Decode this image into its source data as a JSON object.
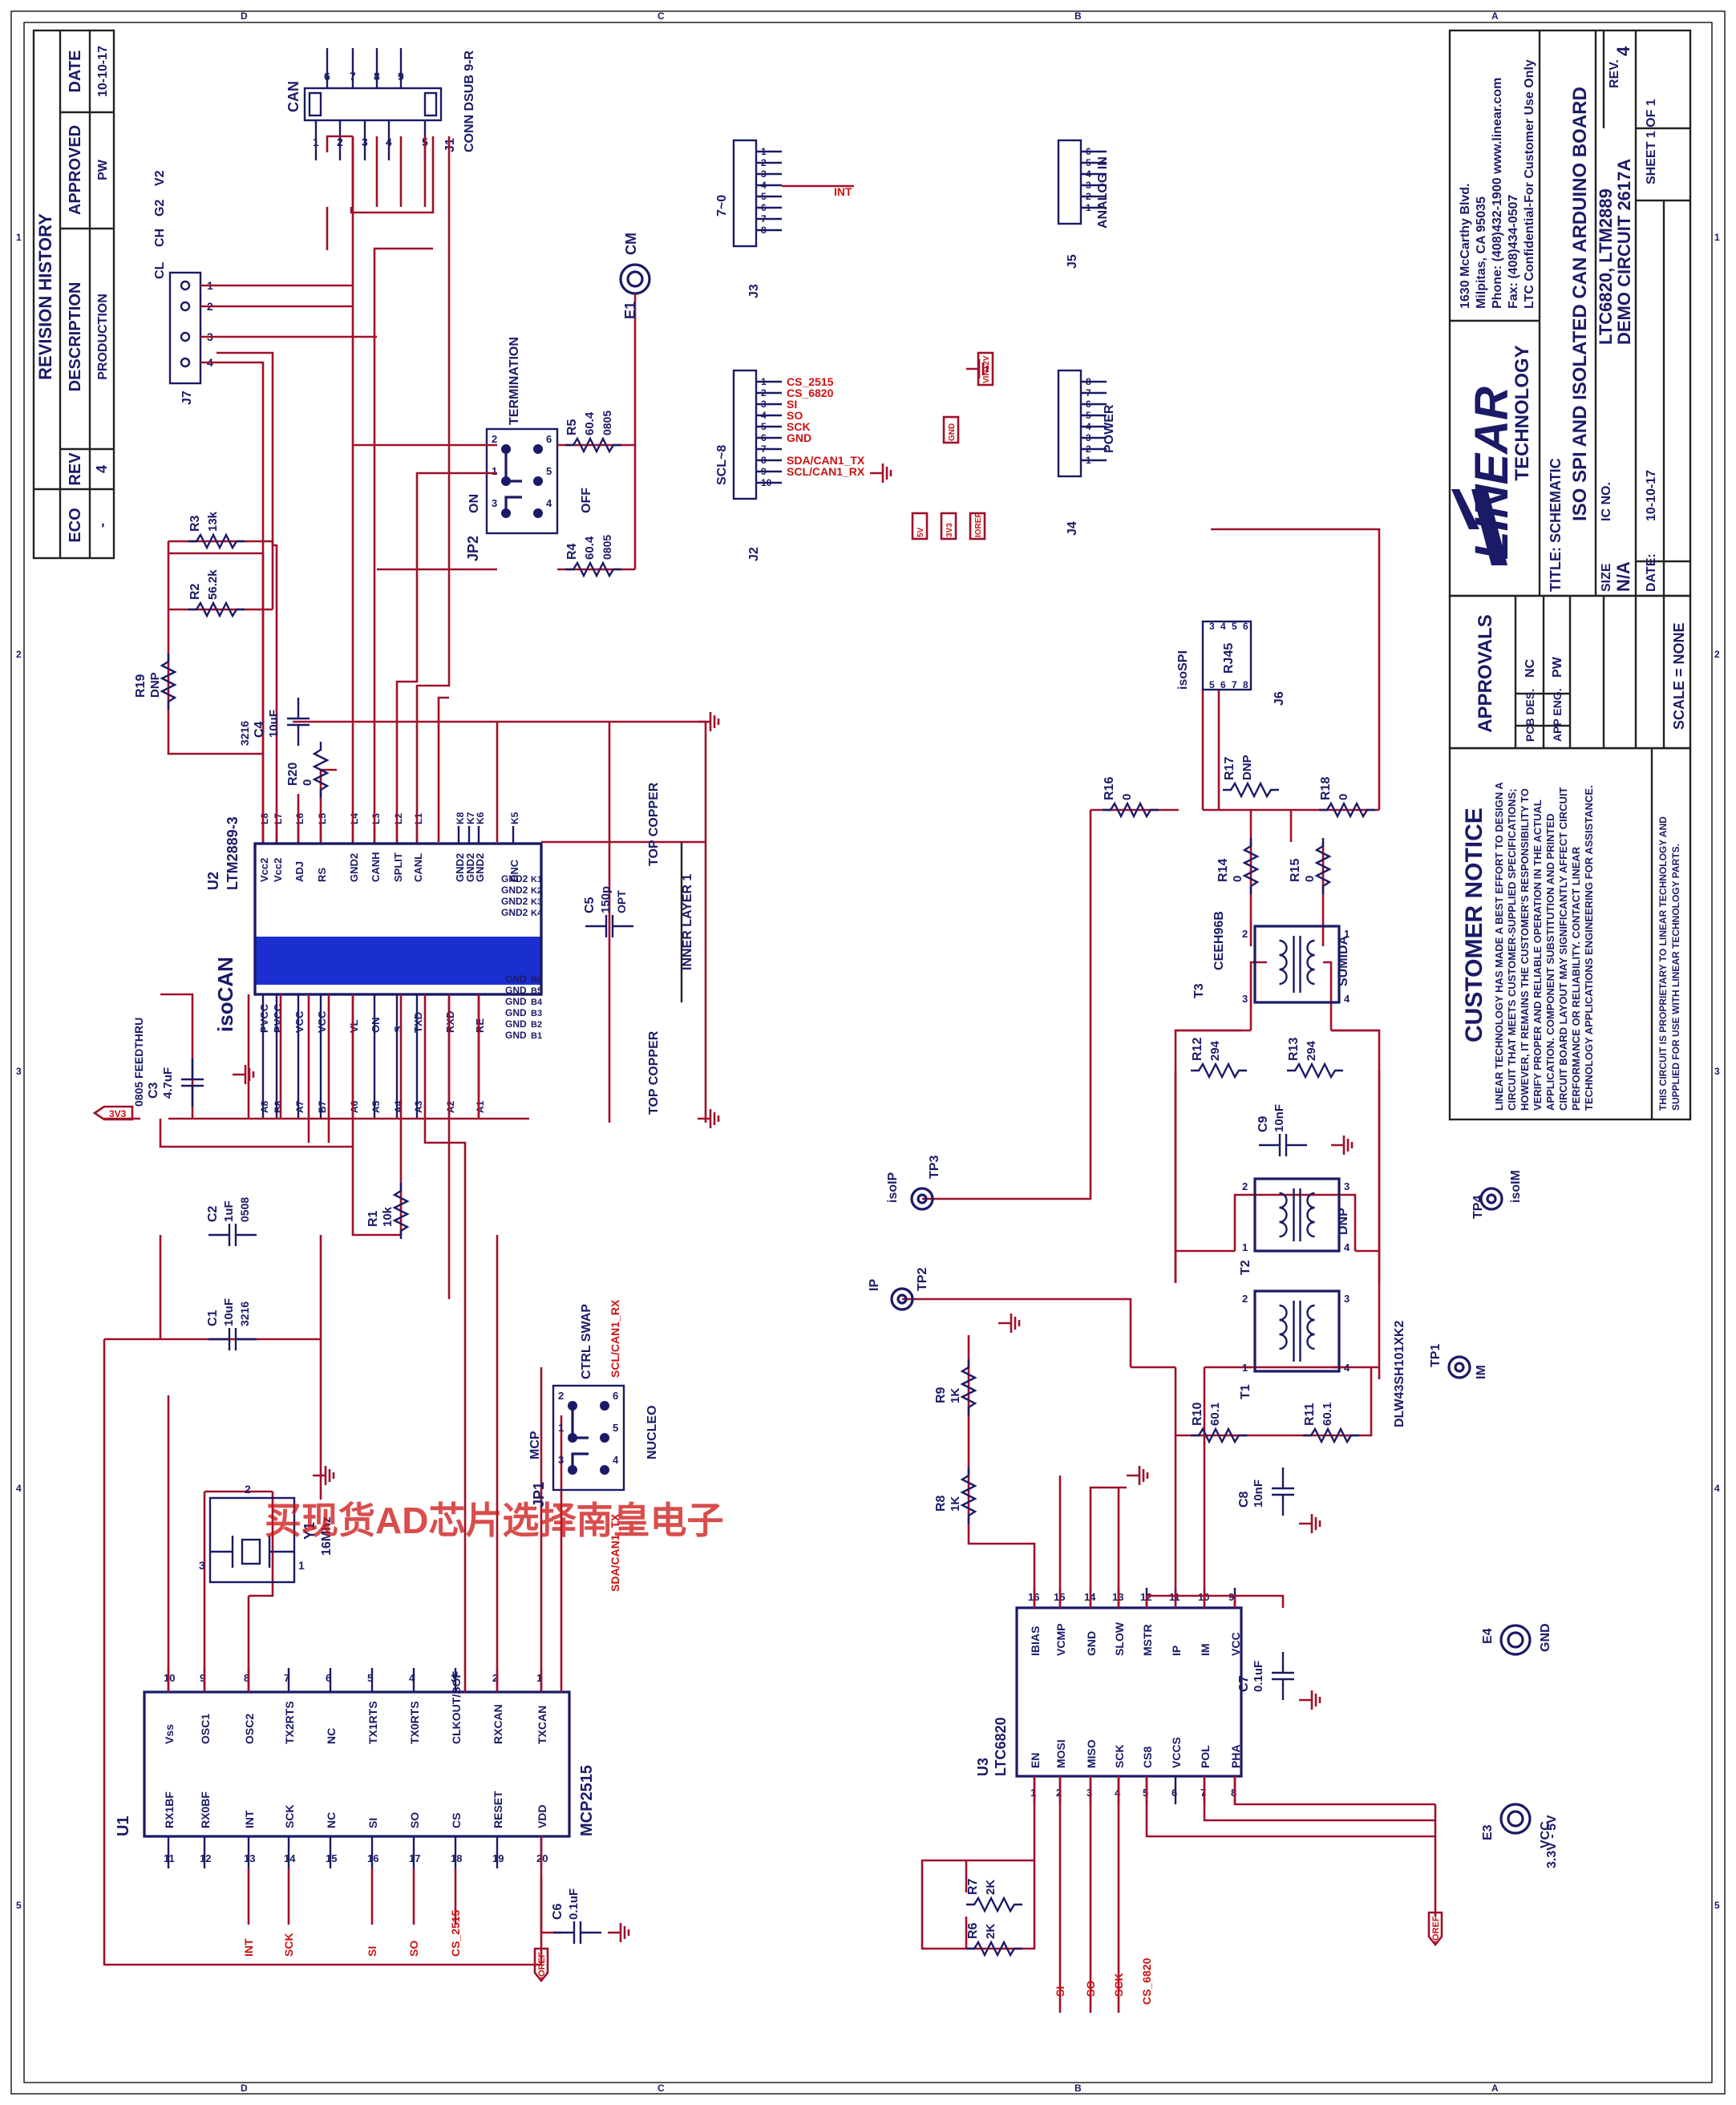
{
  "border": {
    "cols": [
      "1",
      "2",
      "3",
      "4",
      "5"
    ],
    "rows": [
      "A",
      "B",
      "C",
      "D"
    ]
  },
  "revision": {
    "title": "REVISION HISTORY",
    "headers": [
      "ECO",
      "REV",
      "DESCRIPTION",
      "APPROVED",
      "DATE"
    ],
    "row": [
      "-",
      "4",
      "PRODUCTION",
      "PW",
      "10-10-17"
    ]
  },
  "title_block": {
    "company_name": "LINEAR",
    "company_sub": "TECHNOLOGY",
    "address": [
      "1630 McCarthy Blvd.",
      "Milpitas, CA 95035",
      "Phone: (408)432-1900   www.linear.com",
      "Fax: (408)434-0507",
      "LTC Confidential-For Customer Use Only"
    ],
    "title_label": "TITLE: SCHEMATIC",
    "title": "ISO SPI AND ISOLATED CAN ARDUINO BOARD",
    "size_label": "SIZE",
    "size": "N/A",
    "ic_label": "IC NO.",
    "ic": "LTC6820, LTM2889",
    "demo": "DEMO CIRCUIT 2617A",
    "rev_label": "REV.",
    "rev": "4",
    "sheet": "SHEET  1   OF  1",
    "date_label": "DATE:",
    "date": "10-10-17",
    "scale": "SCALE = NONE"
  },
  "approvals": {
    "title": "APPROVALS",
    "rows": [
      {
        "label": "PCB DES.",
        "value": "NC"
      },
      {
        "label": "APP ENG.",
        "value": "PW"
      }
    ]
  },
  "notice": {
    "title": "CUSTOMER NOTICE",
    "lines": [
      "LINEAR TECHNOLOGY HAS MADE A BEST EFFORT TO DESIGN A",
      "CIRCUIT THAT MEETS CUSTOMER-SUPPLIED SPECIFICATIONS;",
      "HOWEVER, IT REMAINS THE CUSTOMER'S RESPONSIBILITY TO",
      "VERIFY PROPER AND RELIABLE OPERATION IN THE ACTUAL",
      "APPLICATION. COMPONENT SUBSTITUTION AND PRINTED",
      "CIRCUIT BOARD LAYOUT MAY SIGNIFICANTLY AFFECT CIRCUIT",
      "PERFORMANCE OR RELIABILITY. CONTACT LINEAR",
      "TECHNOLOGY APPLICATIONS ENGINEERING FOR ASSISTANCE."
    ],
    "footer": [
      "THIS CIRCUIT IS PROPRIETARY TO LINEAR TECHNOLOGY AND",
      "SUPPLIED FOR USE WITH LINEAR TECHNOLOGY PARTS."
    ]
  },
  "watermark": "买现货AD芯片选择南皇电子",
  "u2": {
    "ref": "U2",
    "part": "LTM2889-3",
    "name": "isoCAN",
    "left_pins": [
      {
        "num": "L8",
        "name": "Vcc2"
      },
      {
        "num": "L7",
        "name": "Vcc2"
      },
      {
        "num": "L6",
        "name": "ADJ"
      },
      {
        "num": "L5",
        "name": "RS"
      },
      {
        "num": "L4",
        "name": "GND2"
      },
      {
        "num": "L3",
        "name": "CANH"
      },
      {
        "num": "L2",
        "name": "SPLIT"
      },
      {
        "num": "L1",
        "name": "CANL"
      },
      {
        "num": "K8",
        "name": "GND2"
      },
      {
        "num": "K7",
        "name": "GND2"
      },
      {
        "num": "K6",
        "name": "GND2"
      },
      {
        "num": "K5",
        "name": "DNC"
      }
    ],
    "right_pins": [
      {
        "num": "A8",
        "name": "PVCC"
      },
      {
        "num": "B8",
        "name": "PVCC"
      },
      {
        "num": "A7",
        "name": "VCC"
      },
      {
        "num": "B7",
        "name": "VCC"
      },
      {
        "num": "A6",
        "name": "VL"
      },
      {
        "num": "A5",
        "name": "ON"
      },
      {
        "num": "A4",
        "name": "S"
      },
      {
        "num": "A3",
        "name": "TXD"
      },
      {
        "num": "A2",
        "name": "RXD"
      },
      {
        "num": "A1",
        "name": "RE"
      }
    ],
    "gnd2_side": [
      "K1",
      "K2",
      "K3",
      "K4"
    ],
    "gnd_side": [
      "B1",
      "B2",
      "B3",
      "B4",
      "B5",
      "B6"
    ],
    "gnd2_label": "GND2",
    "gnd_label": "GND"
  },
  "u1": {
    "ref": "U1",
    "part": "MCP2515",
    "top_pins": [
      {
        "num": "10",
        "name": "Vss"
      },
      {
        "num": "9",
        "name": "OSC1"
      },
      {
        "num": "8",
        "name": "OSC2"
      },
      {
        "num": "7",
        "name": "TX2RTS"
      },
      {
        "num": "6",
        "name": "NC"
      },
      {
        "num": "5",
        "name": "TX1RTS"
      },
      {
        "num": "4",
        "name": "TX0RTS"
      },
      {
        "num": "3",
        "name": "CLKOUT/SOF"
      },
      {
        "num": "2",
        "name": "RXCAN"
      },
      {
        "num": "1",
        "name": "TXCAN"
      }
    ],
    "bottom_pins": [
      {
        "num": "11",
        "name": "RX1BF"
      },
      {
        "num": "12",
        "name": "RX0BF"
      },
      {
        "num": "13",
        "name": "INT"
      },
      {
        "num": "14",
        "name": "SCK"
      },
      {
        "num": "15",
        "name": "NC"
      },
      {
        "num": "16",
        "name": "SI"
      },
      {
        "num": "17",
        "name": "SO"
      },
      {
        "num": "18",
        "name": "CS"
      },
      {
        "num": "19",
        "name": "RESET"
      },
      {
        "num": "20",
        "name": "VDD"
      }
    ],
    "net_labels": [
      "INT",
      "SCK",
      "SI",
      "SO",
      "CS_2515"
    ]
  },
  "u3": {
    "ref": "U3",
    "part": "LTC6820",
    "top_pins": [
      {
        "num": "16",
        "name": "IBIAS"
      },
      {
        "num": "15",
        "name": "VCMP"
      },
      {
        "num": "14",
        "name": "GND"
      },
      {
        "num": "13",
        "name": "SLOW"
      },
      {
        "num": "12",
        "name": "MSTR"
      },
      {
        "num": "11",
        "name": "IP"
      },
      {
        "num": "10",
        "name": "IM"
      },
      {
        "num": "9",
        "name": "VCC"
      }
    ],
    "bottom_pins": [
      {
        "num": "1",
        "name": "EN"
      },
      {
        "num": "2",
        "name": "MOSI"
      },
      {
        "num": "3",
        "name": "MISO"
      },
      {
        "num": "4",
        "name": "SCK"
      },
      {
        "num": "5",
        "name": "CS8"
      },
      {
        "num": "6",
        "name": "VCCS"
      },
      {
        "num": "7",
        "name": "POL"
      },
      {
        "num": "8",
        "name": "PHA"
      }
    ],
    "net_labels": [
      "SI",
      "SO",
      "SCK",
      "CS_6820"
    ]
  },
  "j1": {
    "ref": "J1",
    "part": "CONN DSUB 9-R",
    "name": "CAN",
    "top": [
      "6",
      "7",
      "8",
      "9"
    ],
    "bottom": [
      "1",
      "2",
      "3",
      "4",
      "5"
    ]
  },
  "j7": {
    "ref": "J7",
    "labels": [
      "V2",
      "G2",
      "CH",
      "CL"
    ],
    "pins": [
      "1",
      "2",
      "3",
      "4"
    ]
  },
  "j3": {
    "ref": "J3",
    "name": "7~0",
    "pins": [
      "1",
      "2",
      "3",
      "4",
      "5",
      "6",
      "7",
      "8"
    ],
    "net": "INT"
  },
  "j5": {
    "ref": "J5",
    "name": "ANALOG IN",
    "pins": [
      "6",
      "5",
      "4",
      "3",
      "2",
      "1"
    ]
  },
  "j2": {
    "ref": "J2",
    "name": "SCL~8",
    "pins": [
      "1",
      "2",
      "3",
      "4",
      "5",
      "6",
      "7",
      "8",
      "9",
      "10"
    ],
    "nets": [
      "CS_2515",
      "CS_6820",
      "SI",
      "SO",
      "SCK",
      "GND",
      "",
      "SDA/CAN1_TX",
      "SCL/CAN1_RX"
    ]
  },
  "j4": {
    "ref": "J4",
    "name": "POWER",
    "pins": [
      "8",
      "7",
      "6",
      "5",
      "4",
      "3",
      "2",
      "1"
    ],
    "nets": [
      "VIN12V",
      "GND",
      "5V",
      "3V3",
      "IOREF"
    ]
  },
  "j6": {
    "ref": "J6",
    "name": "RJ45",
    "pins": [
      "3",
      "4",
      "5",
      "6",
      "7",
      "8",
      "2",
      "1"
    ],
    "net": "isoSPI"
  },
  "jp2": {
    "ref": "JP2",
    "title": "TERMINATION",
    "on": "ON",
    "off": "OFF",
    "pins": [
      "2",
      "1",
      "3",
      "4",
      "6",
      "5"
    ]
  },
  "jp1": {
    "ref": "JP1",
    "title": "CTRL SWAP",
    "left": "MCP",
    "right": "NUCLEO",
    "pins": [
      "2",
      "1",
      "3",
      "4",
      "6",
      "5"
    ],
    "nets": [
      "SCL/CAN1_RX",
      "SDA/CAN1_TX"
    ]
  },
  "t1": {
    "ref": "T1",
    "part": "DLW43SH101XK2",
    "pins": [
      "2",
      "3",
      "1",
      "4"
    ]
  },
  "t2": {
    "ref": "T2",
    "part": "DNP",
    "pins": [
      "2",
      "3",
      "1",
      "4"
    ]
  },
  "t3": {
    "ref": "T3",
    "part": "CEEH96B",
    "vendor": "SUMIDA",
    "pins": [
      "2",
      "1",
      "3",
      "4"
    ]
  },
  "y1": {
    "ref": "Y1",
    "value": "16Mhz",
    "pins": [
      "2",
      "3",
      "1"
    ]
  },
  "components": [
    {
      "ref": "R1",
      "value": "10k"
    },
    {
      "ref": "R2",
      "value": "56.2k"
    },
    {
      "ref": "R3",
      "value": "13k"
    },
    {
      "ref": "R4",
      "value": "60.4",
      "pkg": "0805"
    },
    {
      "ref": "R5",
      "value": "60.4",
      "pkg": "0805"
    },
    {
      "ref": "R6",
      "value": "2K"
    },
    {
      "ref": "R7",
      "value": "2K"
    },
    {
      "ref": "R8",
      "value": "1K"
    },
    {
      "ref": "R9",
      "value": "1K"
    },
    {
      "ref": "R10",
      "value": "60.1"
    },
    {
      "ref": "R11",
      "value": "60.1"
    },
    {
      "ref": "R12",
      "value": "294"
    },
    {
      "ref": "R13",
      "value": "294"
    },
    {
      "ref": "R14",
      "value": "0"
    },
    {
      "ref": "R15",
      "value": "0"
    },
    {
      "ref": "R16",
      "value": "0"
    },
    {
      "ref": "R17",
      "value": "DNP"
    },
    {
      "ref": "R18",
      "value": "0"
    },
    {
      "ref": "R19",
      "value": "DNP"
    },
    {
      "ref": "R20",
      "value": "0"
    },
    {
      "ref": "C1",
      "value": "10uF",
      "pkg": "3216"
    },
    {
      "ref": "C2",
      "value": "1uF",
      "pkg": "0508"
    },
    {
      "ref": "C3",
      "value": "4.7uF",
      "pkg": "0805 FEEDTHRU"
    },
    {
      "ref": "C4",
      "value": "10uF",
      "pkg": "3216"
    },
    {
      "ref": "C5",
      "value": "150p",
      "pkg": "OPT"
    },
    {
      "ref": "C6",
      "value": "0.1uF"
    },
    {
      "ref": "C7",
      "value": "0.1uF"
    },
    {
      "ref": "C8",
      "value": "10nF"
    },
    {
      "ref": "C9",
      "value": "10nF"
    }
  ],
  "test_points": [
    {
      "ref": "TP1",
      "net": "IM"
    },
    {
      "ref": "TP2",
      "net": "IP"
    },
    {
      "ref": "TP3",
      "net": "isoIP"
    },
    {
      "ref": "TP4",
      "net": "isoIM"
    },
    {
      "ref": "E1",
      "net": "CM"
    },
    {
      "ref": "E3",
      "net": "VCC",
      "note": "3.3V - 5V"
    },
    {
      "ref": "E4",
      "net": "GND"
    }
  ],
  "misc": {
    "top_copper": "TOP COPPER",
    "inner": "INNER LAYER 1",
    "v3v3": "3V3",
    "ioref": "IOREF"
  }
}
